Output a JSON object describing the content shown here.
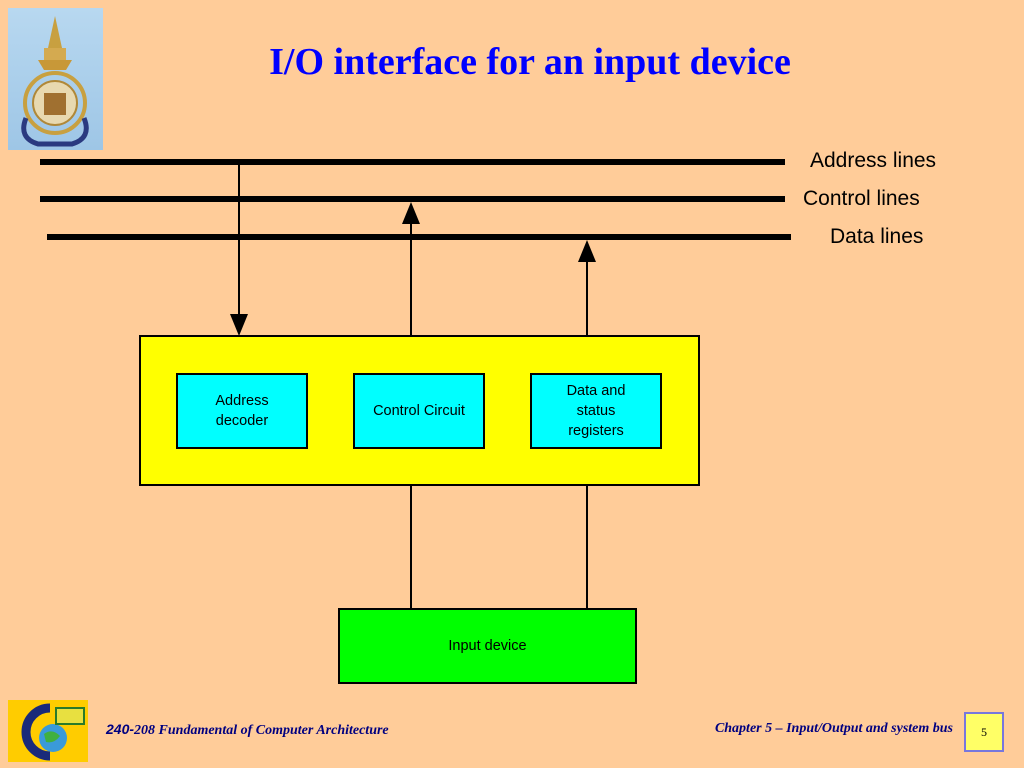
{
  "title": "I/O interface for an input device",
  "bus_labels": {
    "address": "Address lines",
    "control": "Control lines",
    "data": "Data lines"
  },
  "blocks": {
    "address_decoder": "Address decoder",
    "control_circuit": "Control Circuit",
    "data_status": "Data and status registers",
    "input_device": "Input device"
  },
  "footer": {
    "course_num": "240-",
    "course_text": "208 Fundamental of Computer Architecture",
    "chapter": "Chapter 5 – Input/Output and system bus",
    "page": "5"
  },
  "colors": {
    "background": "#ffcc99",
    "title": "#0000ff",
    "interface_box": "#ffff00",
    "inner_blocks": "#00ffff",
    "input_device": "#00ff00"
  }
}
